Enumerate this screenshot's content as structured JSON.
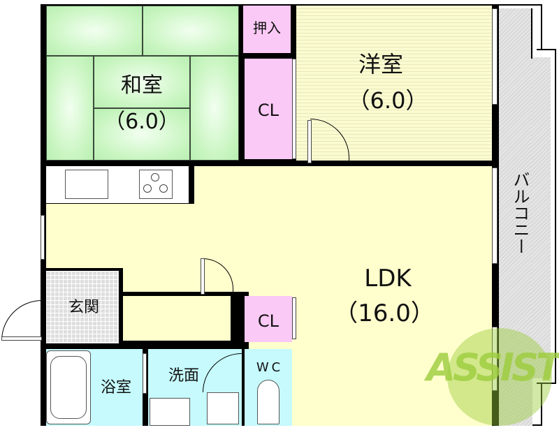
{
  "floorplan": {
    "rooms": {
      "washitsu": {
        "name": "和室",
        "size": "（6.0）"
      },
      "oshiire": {
        "name": "押入"
      },
      "closet_upper": {
        "name": "CL"
      },
      "yoshitsu": {
        "name": "洋室",
        "size": "（6.0）"
      },
      "ldk": {
        "name": "LDK",
        "size": "（16.0）"
      },
      "closet_lower": {
        "name": "CL"
      },
      "genkan": {
        "name": "玄関"
      },
      "bathroom": {
        "name": "浴室"
      },
      "washroom": {
        "name": "洗面"
      },
      "wc": {
        "name": "WC"
      },
      "balcony": {
        "name": "バルコニー"
      }
    },
    "colors": {
      "tatami": "#c8f5c0",
      "western_room": "#fbfbd2",
      "ldk": "#ffffcd",
      "closet": "#fbc9f6",
      "wet_area": "#c6fafd",
      "genkan": "#dedede",
      "balcony": "#e4e4e4",
      "wall": "#000000"
    }
  },
  "watermark": {
    "text": "ASSIST",
    "color": "#9ccc3c",
    "accent": "#e88a80"
  }
}
